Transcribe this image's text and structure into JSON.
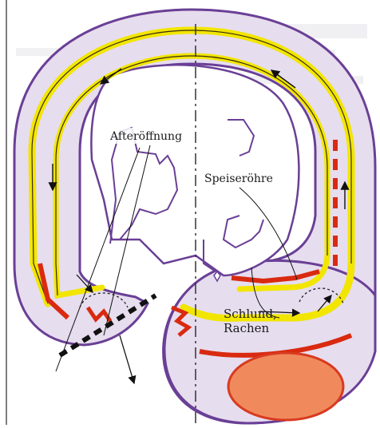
{
  "labels": {
    "anus": "Afteröffnung",
    "esophagus": "Speiseröhre",
    "pharynx_line1": "Schlund,",
    "pharynx_line2": "Rachen"
  },
  "colors": {
    "background": "#ffffff",
    "body_fill": "#e6ddee",
    "outline": "#6a3f96",
    "gut_yellow": "#f2e600",
    "gut_red": "#d92a10",
    "yolk_fill": "#f08a5d",
    "yolk_edge": "#d83a20",
    "text": "#1a1a1a"
  }
}
